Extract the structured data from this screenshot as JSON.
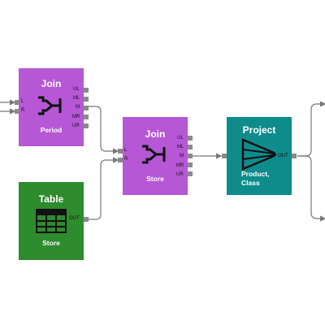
{
  "colors": {
    "join": "#b657d6",
    "table": "#2e8b2e",
    "project": "#0e8c8c",
    "edge": "#777777",
    "port": "#8a8a8a"
  },
  "nodes": {
    "join_period": {
      "title": "Join",
      "subtitle": "Period",
      "icon": "join-icon",
      "in_ports": [
        "L",
        "R"
      ],
      "out_ports": [
        "UL",
        "ML",
        "M",
        "MR",
        "UR"
      ]
    },
    "join_store": {
      "title": "Join",
      "subtitle": "Store",
      "icon": "join-icon",
      "in_ports": [
        "L",
        "R"
      ],
      "out_ports": [
        "UL",
        "ML",
        "M",
        "MR",
        "UR"
      ]
    },
    "table_store": {
      "title": "Table",
      "subtitle": "Store",
      "icon": "table-grid-icon",
      "out_ports": [
        "OUT"
      ]
    },
    "project": {
      "title": "Project",
      "subtitle": "Product,\nClass",
      "icon": "project-funnel-icon",
      "out_ports": [
        "OUT"
      ]
    }
  }
}
